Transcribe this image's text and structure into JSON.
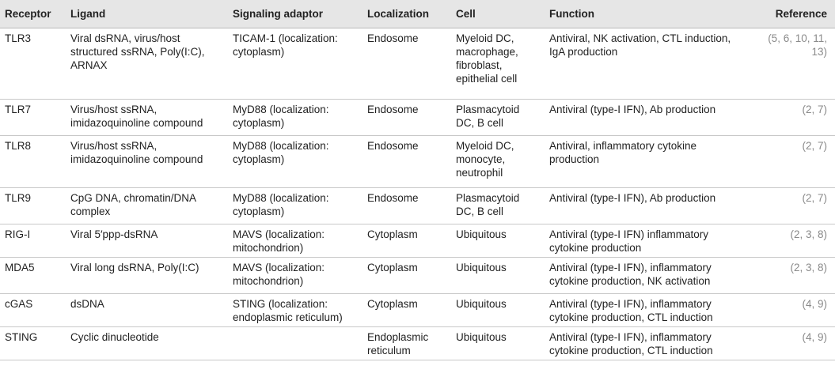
{
  "headers": [
    "Receptor",
    "Ligand",
    "Signaling adaptor",
    "Localization",
    "Cell",
    "Function",
    "Reference"
  ],
  "rows": [
    {
      "receptor": "TLR3",
      "ligand": "Viral dsRNA, virus/host structured ssRNA, Poly(I:C), ARNAX",
      "adaptor": "TICAM-1 (localization: cytoplasm)",
      "localization": "Endosome",
      "cell": "Myeloid DC, macrophage, fibroblast, epithelial cell",
      "function": "Antiviral, NK activation, CTL induction, IgA production",
      "reference": "(5, 6, 10, 11, 13)"
    },
    {
      "receptor": "TLR7",
      "ligand": "Virus/host ssRNA, imidazoquinoline compound",
      "adaptor": "MyD88 (localization: cytoplasm)",
      "localization": "Endosome",
      "cell": "Plasmacytoid DC, B cell",
      "function": "Antiviral (type-I IFN), Ab production",
      "reference": "(2, 7)"
    },
    {
      "receptor": "TLR8",
      "ligand": "Virus/host ssRNA, imidazoquinoline compound",
      "adaptor": "MyD88 (localization: cytoplasm)",
      "localization": "Endosome",
      "cell": "Myeloid DC, monocyte, neutrophil",
      "function": "Antiviral, inflammatory cytokine production",
      "reference": "(2, 7)"
    },
    {
      "receptor": "TLR9",
      "ligand": "CpG DNA, chromatin/DNA complex",
      "adaptor": "MyD88 (localization: cytoplasm)",
      "localization": "Endosome",
      "cell": "Plasmacytoid DC, B cell",
      "function": "Antiviral (type-I IFN), Ab production",
      "reference": "(2, 7)"
    },
    {
      "receptor": "RIG-I",
      "ligand": "Viral 5′ppp-dsRNA",
      "adaptor": "MAVS (localization: mitochondrion)",
      "localization": "Cytoplasm",
      "cell": "Ubiquitous",
      "function": "Antiviral (type-I IFN) inflammatory cytokine production",
      "reference": "(2, 3, 8)"
    },
    {
      "receptor": "MDA5",
      "ligand": "Viral long dsRNA, Poly(I:C)",
      "adaptor": "MAVS (localization: mitochondrion)",
      "localization": "Cytoplasm",
      "cell": "Ubiquitous",
      "function": "Antiviral (type-I IFN), inflammatory cytokine production, NK activation",
      "reference": "(2, 3, 8)"
    },
    {
      "receptor": "cGAS",
      "ligand": "dsDNA",
      "adaptor": "STING (localization: endoplasmic reticulum)",
      "localization": "Cytoplasm",
      "cell": "Ubiquitous",
      "function": "Antiviral (type-I IFN), inflammatory cytokine production, CTL induction",
      "reference": "(4, 9)"
    },
    {
      "receptor": "STING",
      "ligand": "Cyclic dinucleotide",
      "adaptor": "",
      "localization": "Endoplasmic reticulum",
      "cell": "Ubiquitous",
      "function": "Antiviral (type-I IFN), inflammatory cytokine production, CTL induction",
      "reference": "(4, 9)"
    }
  ]
}
